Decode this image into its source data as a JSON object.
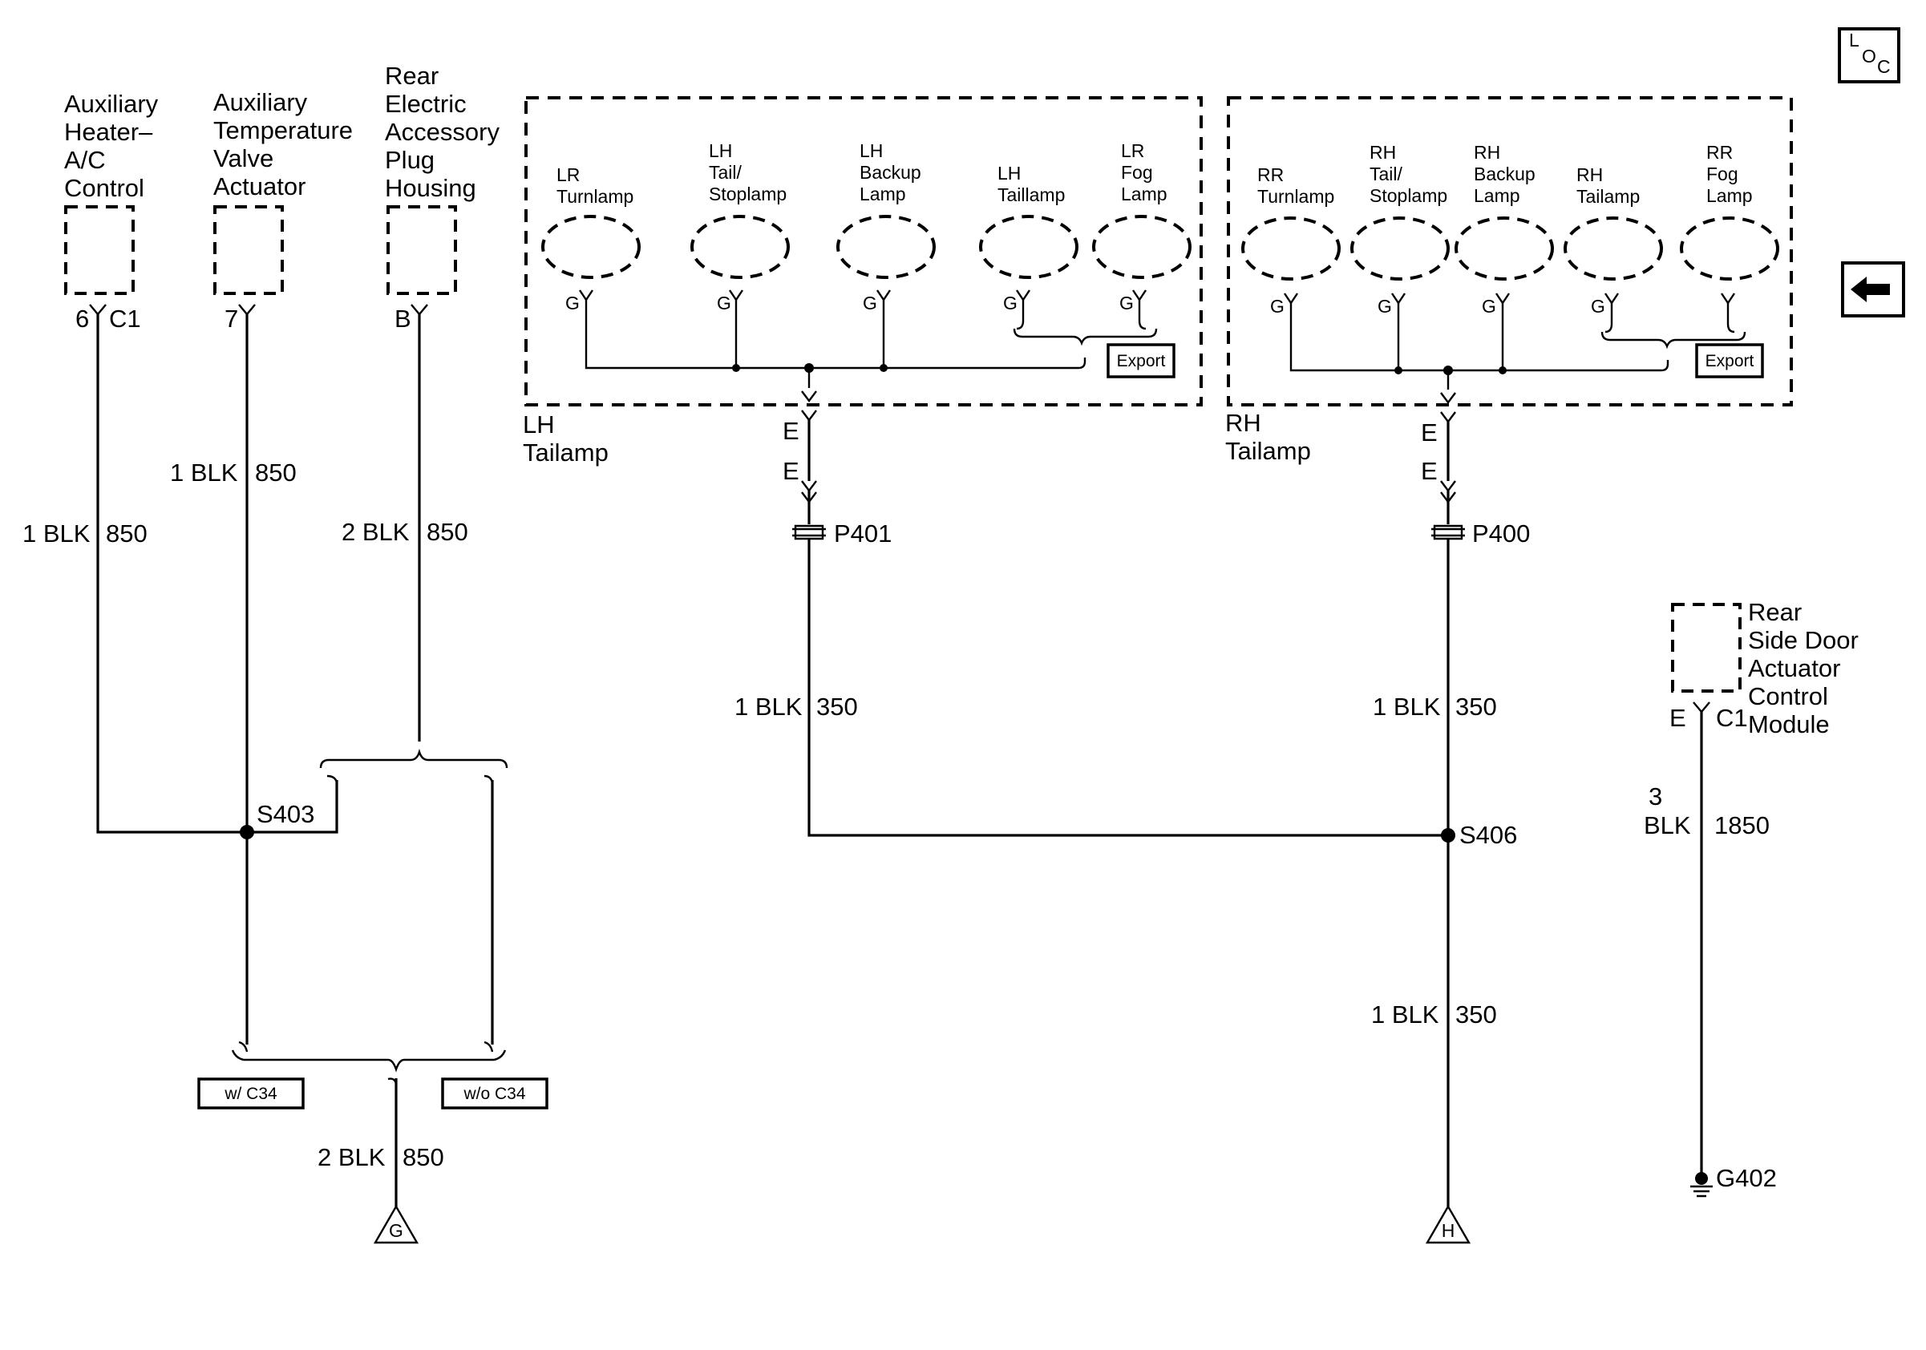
{
  "corner": {
    "loc_l": "L",
    "loc_o": "O",
    "loc_c": "C"
  },
  "components": {
    "aux_heater": [
      "Auxiliary",
      "Heater–",
      "A/C",
      "Control"
    ],
    "aux_temp": [
      "Auxiliary",
      "Temperature",
      "Valve",
      "Actuator"
    ],
    "rear_plug": [
      "Rear",
      "Electric",
      "Accessory",
      "Plug",
      "Housing"
    ],
    "rear_door": [
      "Rear",
      "Side Door",
      "Actuator",
      "Control",
      "Module"
    ]
  },
  "connectors": {
    "aux_heater_pin": "6",
    "aux_heater_conn": "C1",
    "aux_temp_pin": "7",
    "rear_plug_pin": "B",
    "rear_door_pin": "E",
    "rear_door_conn": "C1"
  },
  "wires": {
    "w850_a": {
      "gauge": "1 BLK",
      "circuit": "850"
    },
    "w850_b": {
      "gauge": "1 BLK",
      "circuit": "850"
    },
    "w850_c": {
      "gauge": "2 BLK",
      "circuit": "850"
    },
    "w850_d": {
      "gauge": "2 BLK",
      "circuit": "850"
    },
    "w350_a": {
      "gauge": "1 BLK",
      "circuit": "350"
    },
    "w350_b": {
      "gauge": "1 BLK",
      "circuit": "350"
    },
    "w350_c": {
      "gauge": "1 BLK",
      "circuit": "350"
    },
    "w1850": {
      "gauge_num": "3",
      "gauge_color": "BLK",
      "circuit": "1850"
    }
  },
  "splices": {
    "s403": "S403",
    "s406": "S406"
  },
  "options": {
    "with_c34": "w/ C34",
    "without_c34": "w/o C34"
  },
  "refs": {
    "g": "G",
    "h": "H"
  },
  "ground": "G402",
  "lh_tailamp": {
    "title": [
      "LH",
      "Tailamp"
    ],
    "lamps": [
      {
        "name": [
          "LR",
          "Turnlamp"
        ],
        "pin": "G"
      },
      {
        "name": [
          "LH",
          "Tail/",
          "Stoplamp"
        ],
        "pin": "G"
      },
      {
        "name": [
          "LH",
          "Backup",
          "Lamp"
        ],
        "pin": "G"
      },
      {
        "name": [
          "LH",
          "Taillamp"
        ],
        "pin": "G"
      },
      {
        "name": [
          "LR",
          "Fog",
          "Lamp"
        ],
        "pin": "G"
      }
    ],
    "export": "Export",
    "out_pin": "E",
    "harness_pin": "E",
    "connector": "P401"
  },
  "rh_tailamp": {
    "title": [
      "RH",
      "Tailamp"
    ],
    "lamps": [
      {
        "name": [
          "RR",
          "Turnlamp"
        ],
        "pin": "G"
      },
      {
        "name": [
          "RH",
          "Tail/",
          "Stoplamp"
        ],
        "pin": "G"
      },
      {
        "name": [
          "RH",
          "Backup",
          "Lamp"
        ],
        "pin": "G"
      },
      {
        "name": [
          "RH",
          "Tailamp"
        ],
        "pin": "G"
      },
      {
        "name": [
          "RR",
          "Fog",
          "Lamp"
        ],
        "pin": ""
      }
    ],
    "export": "Export",
    "out_pin": "E",
    "harness_pin": "E",
    "connector": "P400"
  }
}
